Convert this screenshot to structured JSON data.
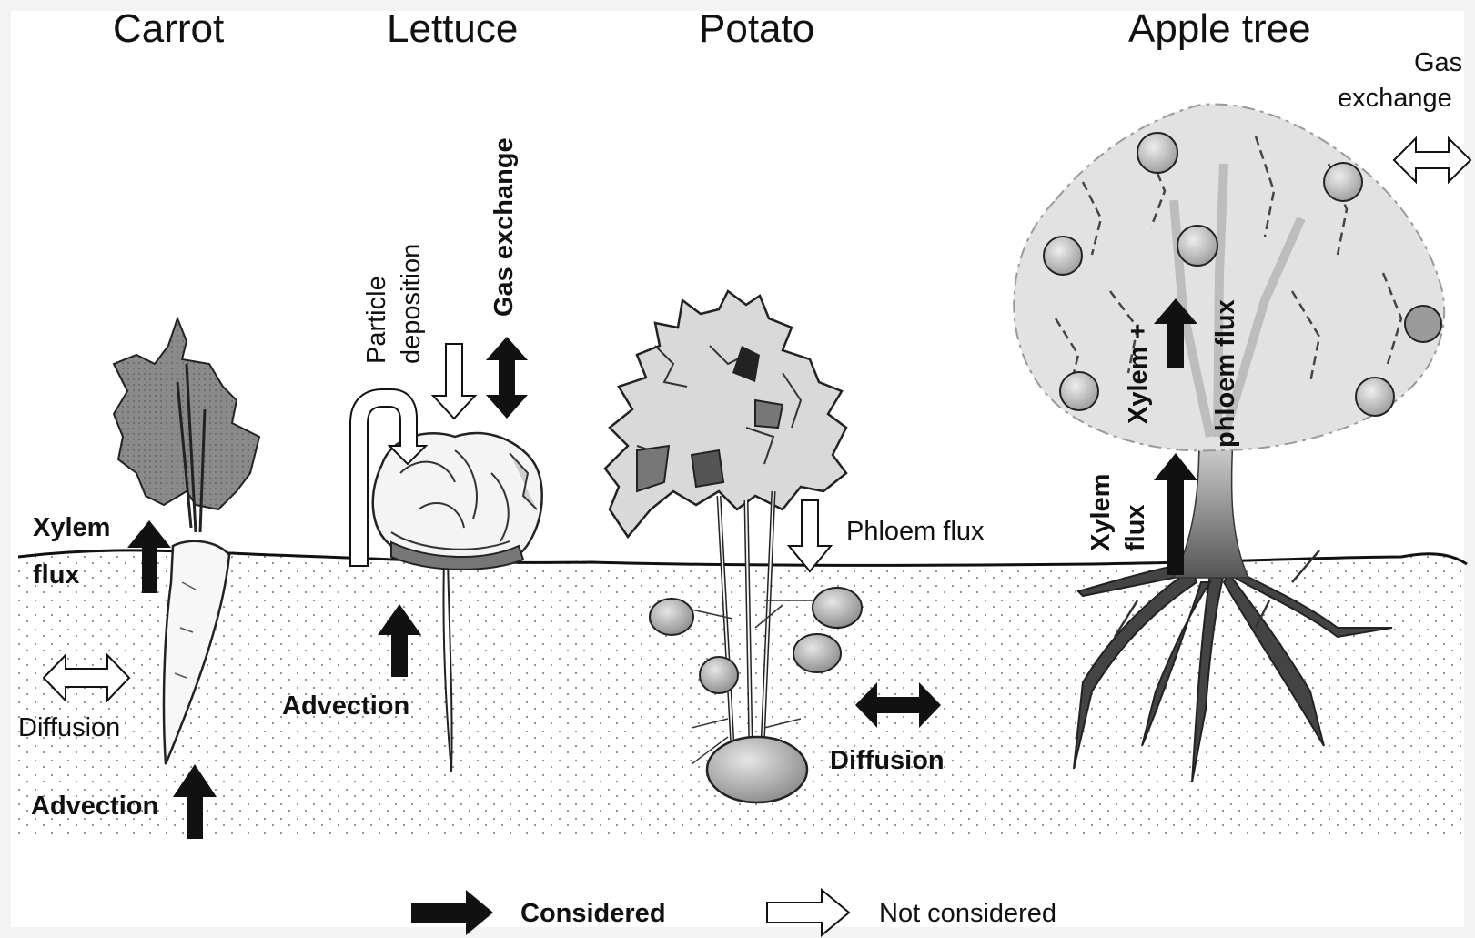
{
  "titles": {
    "carrot": "Carrot",
    "lettuce": "Lettuce",
    "potato": "Potato",
    "apple_tree": "Apple tree"
  },
  "carrot": {
    "xylem_line1": "Xylem",
    "xylem_line2": "flux",
    "diffusion": "Diffusion",
    "advection": "Advection"
  },
  "lettuce": {
    "particle_line1": "Particle",
    "particle_line2": "deposition",
    "gas_exchange": "Gas exchange",
    "advection": "Advection"
  },
  "potato": {
    "phloem_flux": "Phloem flux",
    "diffusion": "Diffusion"
  },
  "apple": {
    "gas_line1": "Gas",
    "gas_line2": "exchange",
    "xylem_phloem_line1": "Xylem +",
    "xylem_phloem_line2": "phloem flux",
    "xylem_line1": "Xylem",
    "xylem_line2": "flux"
  },
  "legend": {
    "considered": "Considered",
    "not_considered": "Not considered"
  },
  "colors": {
    "background": "#f3f3f3",
    "soil": "#ffffff",
    "considered_arrow": "#111111",
    "not_considered_arrow": "#ffffff"
  }
}
